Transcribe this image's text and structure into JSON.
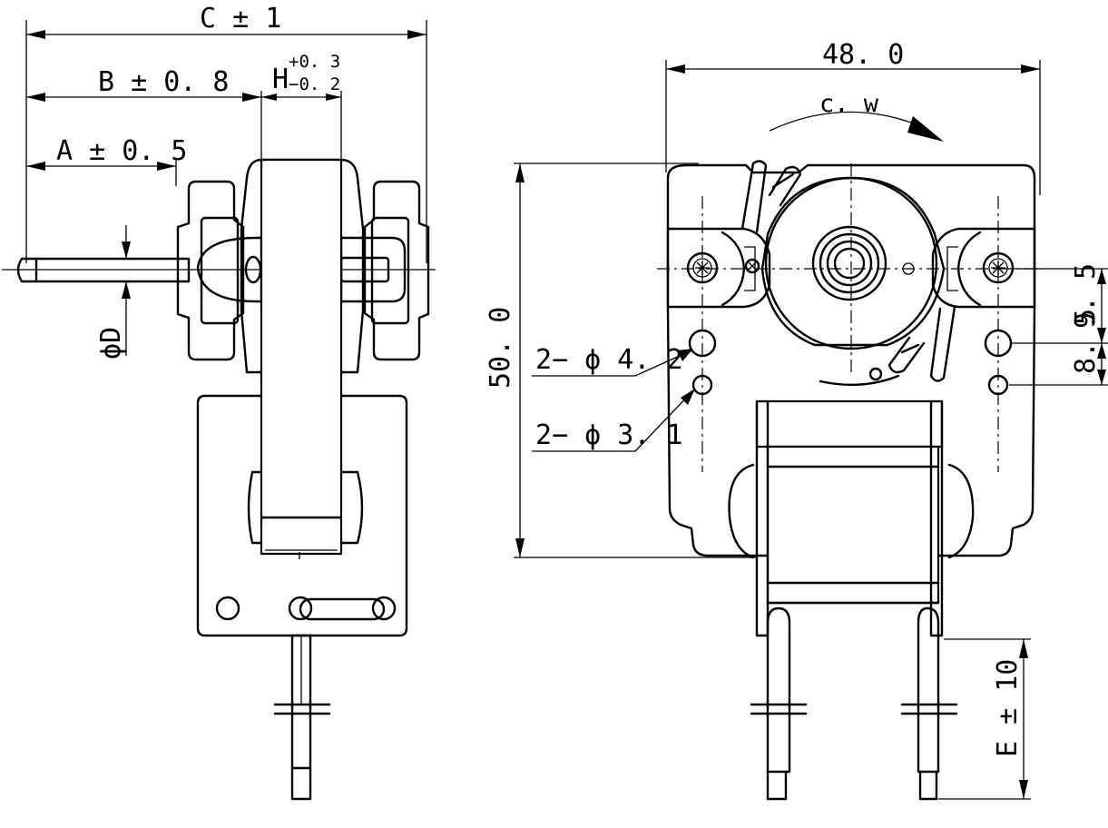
{
  "side_view": {
    "dimension_c": "C ± 1",
    "dimension_b": "B ± 0. 8",
    "dimension_a": "A ± 0. 5",
    "dimension_h_base": "H",
    "dimension_h_upper": "+0. 3",
    "dimension_h_lower": "−0. 2",
    "shaft_diameter": "ϕD"
  },
  "front_view": {
    "width": "48. 0",
    "height": "50. 0",
    "rotation": "c. w",
    "hole_large": "2− ϕ 4. 2",
    "hole_small": "2− ϕ 3. 1",
    "spacing_upper": "9. 5",
    "spacing_lower": "8. 5",
    "lead_length": "E ± 10",
    "hole_symbol": "ϕ"
  }
}
